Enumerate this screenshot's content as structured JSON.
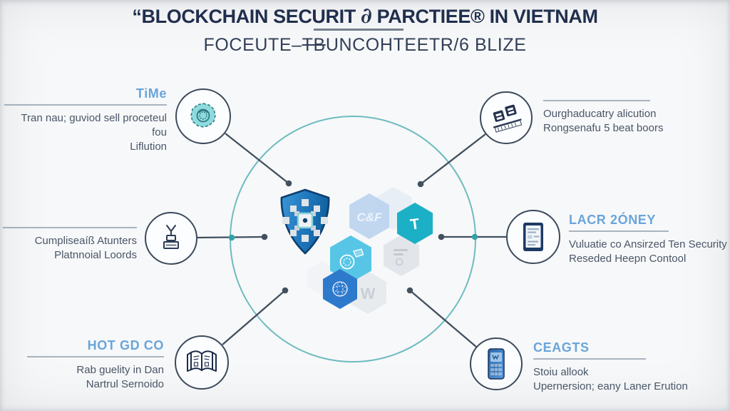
{
  "header": {
    "title_pre": "“BLOCKCHAIN SECURIT ",
    "title_script": "∂",
    "title_post": " PARCTIEE® IN VIETNAM",
    "subtitle_pre": "FOCEUTE–",
    "subtitle_struck": "TB",
    "subtitle_post": "UNCOHTEETR/6 BLIZE"
  },
  "items": {
    "top_left": {
      "title": "TiMe",
      "line1": "Tran nau; guviod sell proceteul fou",
      "line2": "Liflution",
      "icon": "gear-blob-icon"
    },
    "mid_left": {
      "line1": "Cumpliseaíß Atunters",
      "line2": "Platnnoial Loords",
      "icon": "award-icon"
    },
    "bottom_left": {
      "title": "HOT GD CO",
      "line1": "Rab guelity in Dan",
      "line2": "Nartrul Sernoido",
      "icon": "open-book-icon"
    },
    "top_right": {
      "line1": "Ourghaducatry alicution",
      "line2": "Rongsenafu 5 beat boors",
      "icon": "dice-keys-icon"
    },
    "mid_right": {
      "title": "LACR 2ÓNEY",
      "line1": "Vuluatie co Ansirzed Ten Security",
      "line2": "Reseded Heepn Contool",
      "icon": "document-icon"
    },
    "bottom_right": {
      "title": "CEAGTS",
      "line1": "Stoiu allook",
      "line2": "Upernersion; eany Laner Erution",
      "icon": "smartphone-icon"
    }
  },
  "center_hexagons": {
    "caf_label": "C&F",
    "t_label": "T",
    "w_label": "W"
  },
  "colors": {
    "navy_title": "#1e2c4c",
    "item_title_blue": "#69a5db",
    "body_text": "#4a5668",
    "big_circle_teal": "#55b0b6",
    "connector_slate": "#42505f",
    "shield_blue": "#1f78bd",
    "hex_teal": "#1cb0c6",
    "hex_cyan": "#57c6e6",
    "hex_blue": "#2d79cc",
    "hex_light_blue": "#b7d1ee"
  }
}
